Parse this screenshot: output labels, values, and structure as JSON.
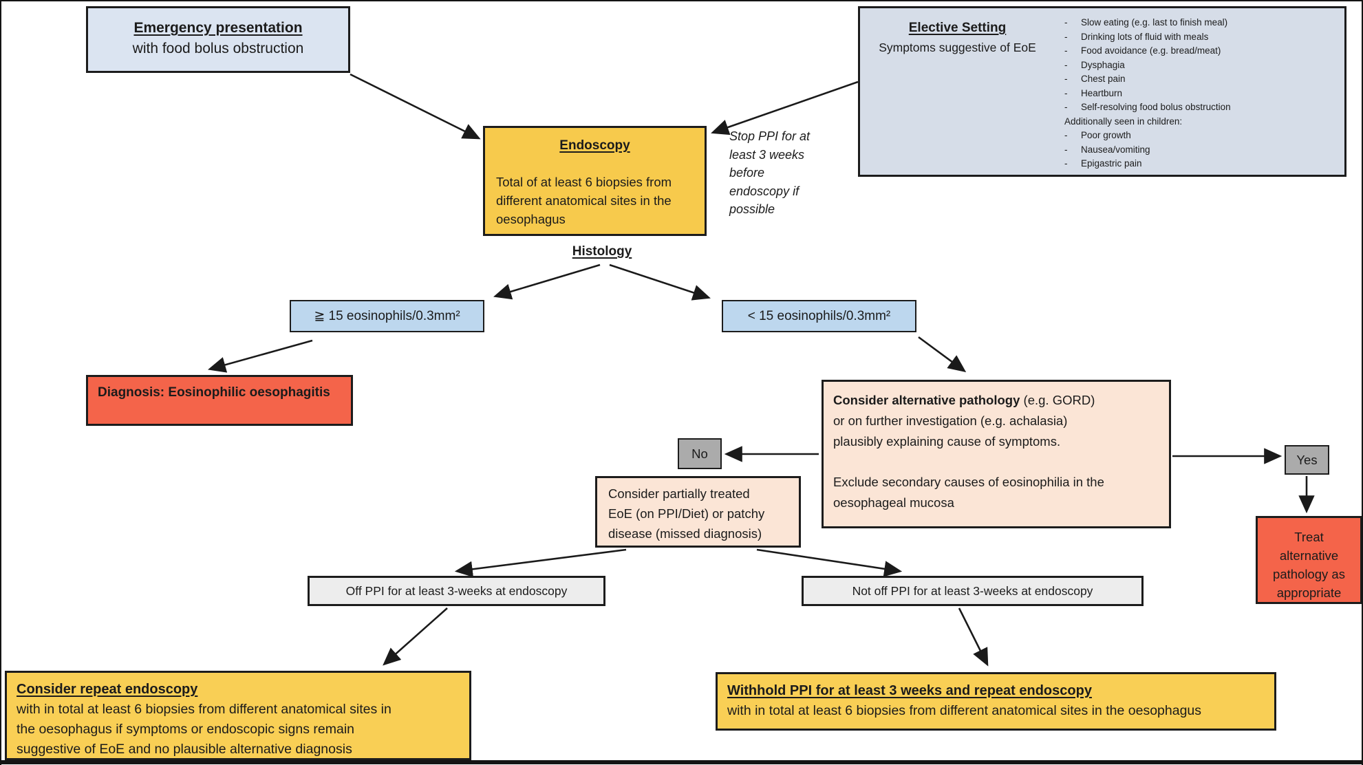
{
  "misc": {
    "dash": "-"
  },
  "colors": {
    "box_blue": "#dbe4f1",
    "box_bluegray": "#d6dde8",
    "box_yellow": "#f9cf55",
    "box_lightblue": "#bdd7ee",
    "box_red": "#f4644a",
    "box_peach": "#fbe5d6",
    "box_gray": "#ababab",
    "box_lightgray": "#ededed",
    "border": "#1c1c1c"
  },
  "emergency": {
    "title": "Emergency presentation",
    "line2": "with food bolus obstruction"
  },
  "elective": {
    "title": "Elective Setting",
    "subtitle": "Symptoms suggestive of EoE",
    "symptoms": [
      "Slow eating (e.g. last to finish meal)",
      "Drinking lots of fluid with meals",
      "Food avoidance (e.g. bread/meat)",
      "Dysphagia",
      "Chest pain",
      "Heartburn",
      "Self-resolving food bolus obstruction"
    ],
    "children_header": "Additionally seen in children:",
    "children_symptoms": [
      "Poor growth",
      "Nausea/vomiting",
      "Epigastric pain"
    ]
  },
  "endoscopy": {
    "title": "Endoscopy",
    "body": "Total of at least 6 biopsies from\ndifferent anatomical sites in the\noesophagus"
  },
  "stop_ppi_note": "Stop PPI for at\nleast 3 weeks\nbefore\nendoscopy if\npossible",
  "histology": "Histology",
  "eos_high": "≧ 15 eosinophils/0.3mm²",
  "eos_low": "< 15 eosinophils/0.3mm²",
  "diagnosis": "Diagnosis: Eosinophilic oesophagitis",
  "consider_alt": {
    "bold": "Consider alternative pathology",
    "rest": " (e.g. GORD)\nor on further investigation (e.g. achalasia)\nplausibly explaining cause of symptoms.",
    "p2": "Exclude secondary causes of eosinophilia in the\noesophageal mucosa"
  },
  "no_label": "No",
  "yes_label": "Yes",
  "partially_treated": "Consider partially treated\nEoE (on PPI/Diet) or patchy\ndisease (missed diagnosis)",
  "off_ppi": "Off PPI for at least 3-weeks at endoscopy",
  "not_off_ppi": "Not off PPI for at least 3-weeks at endoscopy",
  "repeat_endoscopy": {
    "title": "Consider repeat endoscopy",
    "body": "with in total at least 6 biopsies from different anatomical sites in\nthe oesophagus if symptoms or endoscopic signs remain\nsuggestive of EoE and no plausible alternative diagnosis"
  },
  "withhold": {
    "title": "Withhold PPI for at least 3 weeks and repeat endoscopy",
    "body": "with in total at least 6 biopsies from different anatomical sites in the oesophagus"
  },
  "treat_alt": "Treat\nalternative\npathology as\nappropriate"
}
